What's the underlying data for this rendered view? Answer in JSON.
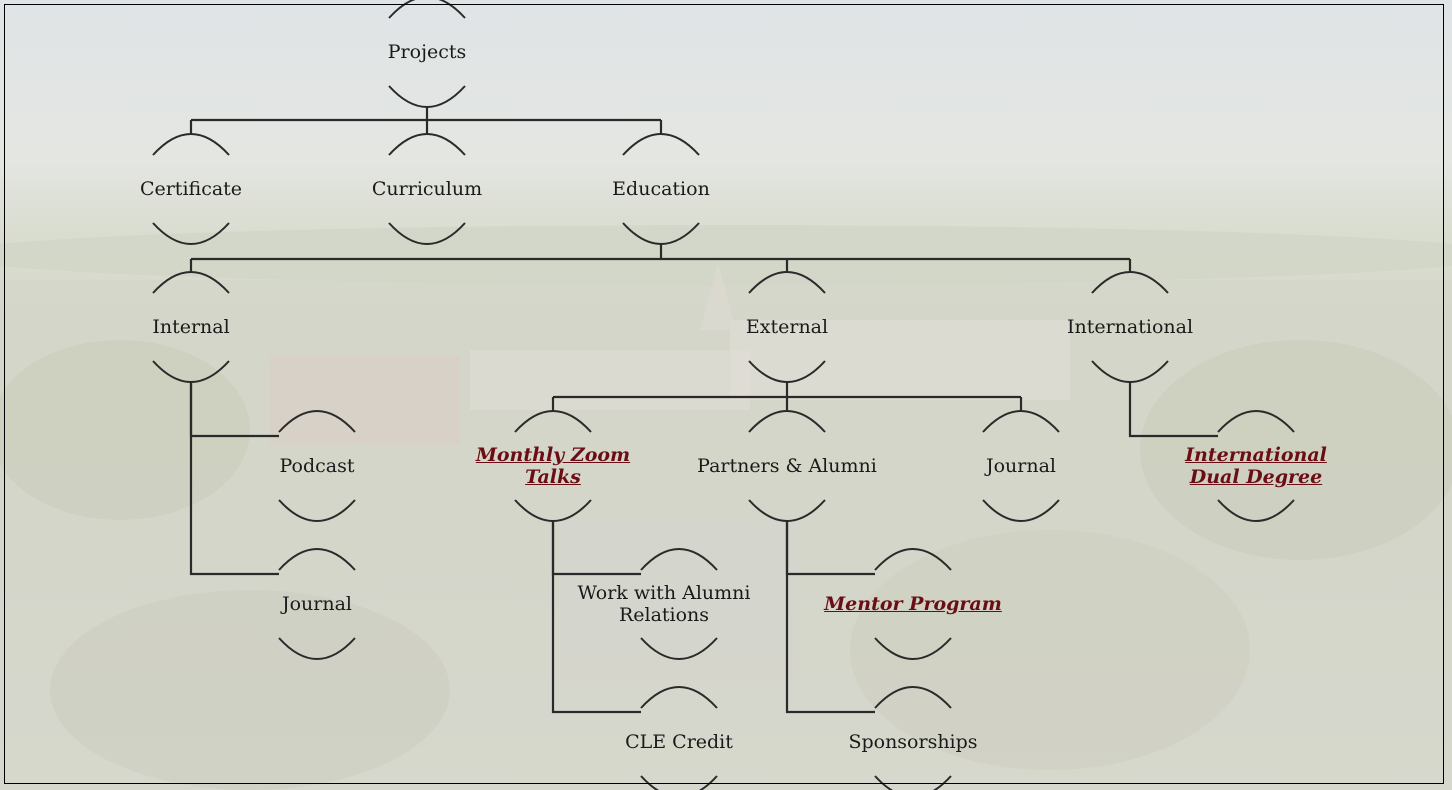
{
  "nodes": {
    "projects": {
      "label": "Projects",
      "hyperlink": false
    },
    "certificate": {
      "label": "Certificate",
      "hyperlink": false
    },
    "curriculum": {
      "label": "Curriculum",
      "hyperlink": false
    },
    "education": {
      "label": "Education",
      "hyperlink": false
    },
    "internal": {
      "label": "Internal",
      "hyperlink": false
    },
    "external": {
      "label": "External",
      "hyperlink": false
    },
    "international": {
      "label": "International",
      "hyperlink": false
    },
    "podcast": {
      "label": "Podcast",
      "hyperlink": false
    },
    "journal_internal": {
      "label": "Journal",
      "hyperlink": false
    },
    "monthly_zoom_talks": {
      "label": "Monthly Zoom\nTalks",
      "hyperlink": true
    },
    "partners_alumni": {
      "label": "Partners & Alumni",
      "hyperlink": false
    },
    "journal_external": {
      "label": "Journal",
      "hyperlink": false
    },
    "international_dual_degree": {
      "label": "International\nDual Degree",
      "hyperlink": true
    },
    "work_with_alumni_relations": {
      "label": "Work with Alumni\nRelations",
      "hyperlink": false
    },
    "cle_credit": {
      "label": "CLE Credit",
      "hyperlink": false
    },
    "mentor_program": {
      "label": "Mentor Program",
      "hyperlink": true
    },
    "sponsorships": {
      "label": "Sponsorships",
      "hyperlink": false
    }
  },
  "edges": [
    [
      "projects",
      "certificate"
    ],
    [
      "projects",
      "curriculum"
    ],
    [
      "projects",
      "education"
    ],
    [
      "education",
      "internal"
    ],
    [
      "education",
      "external"
    ],
    [
      "education",
      "international"
    ],
    [
      "internal",
      "podcast"
    ],
    [
      "internal",
      "journal_internal"
    ],
    [
      "external",
      "monthly_zoom_talks"
    ],
    [
      "external",
      "partners_alumni"
    ],
    [
      "external",
      "journal_external"
    ],
    [
      "international",
      "international_dual_degree"
    ],
    [
      "monthly_zoom_talks",
      "work_with_alumni_relations"
    ],
    [
      "monthly_zoom_talks",
      "cle_credit"
    ],
    [
      "partners_alumni",
      "mentor_program"
    ],
    [
      "partners_alumni",
      "sponsorships"
    ]
  ],
  "colors": {
    "line": "#2a2a2a",
    "hyperlink": "#6b0d14",
    "text": "#1a1a1a"
  }
}
